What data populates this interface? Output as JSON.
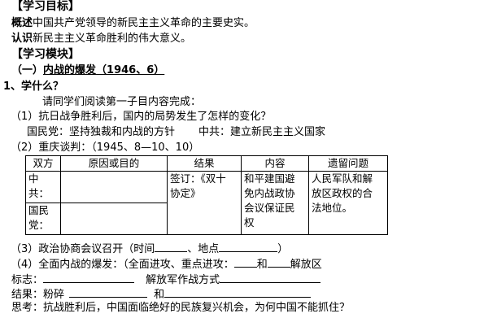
{
  "section_goal": "【学习目标】",
  "goal1_lead": "概述",
  "goal1_rest": "中国共产党领导的新民主主义革命的主要史实。",
  "goal2_lead": "认识",
  "goal2_rest": "新民主主义革命胜利的伟大意义。",
  "section_module": "【学习模块】",
  "part1_prefix": "（一）",
  "part1_title": "内战的爆发",
  "part1_date": "（1946、6）",
  "q1_title": "1、学什么？",
  "instruction": "请同学们阅读第一子目内容完成：",
  "item1": "（1）抗日战争胜利后，国内的局势发生了怎样的变化？",
  "kmt_stance": "国民党：坚持独裁和内战的方针",
  "ccp_stance": "中共：建立新民主主义国家",
  "item2": "（2）重庆谈判：（1945、8—10、10）",
  "table": {
    "headers": [
      "双方",
      "原因或目的",
      "结果",
      "内容",
      "遗留问题"
    ],
    "party1": "中共：",
    "party2": "国民党：",
    "result": "签订：《双十协定》",
    "content": "和平建国避免内战政协会议保证民权",
    "issues": "人民军队和解放区政权的合法地位。"
  },
  "item3_a": "（3）政治协商会议召开（时间",
  "item3_b": "、地点",
  "item3_c": "）",
  "item4_a": "（4）全面内战的爆发：（全面进攻、重点进攻：",
  "item4_b": "和",
  "item4_c": "解放区",
  "marker_label": "标志：",
  "pla_label": "解放军作战方式",
  "result_a": "结果：粉碎",
  "result_b": "和",
  "think": "思考：抗战胜利后，中国面临绝好的民族复兴机会，为何中国不能抓住？"
}
